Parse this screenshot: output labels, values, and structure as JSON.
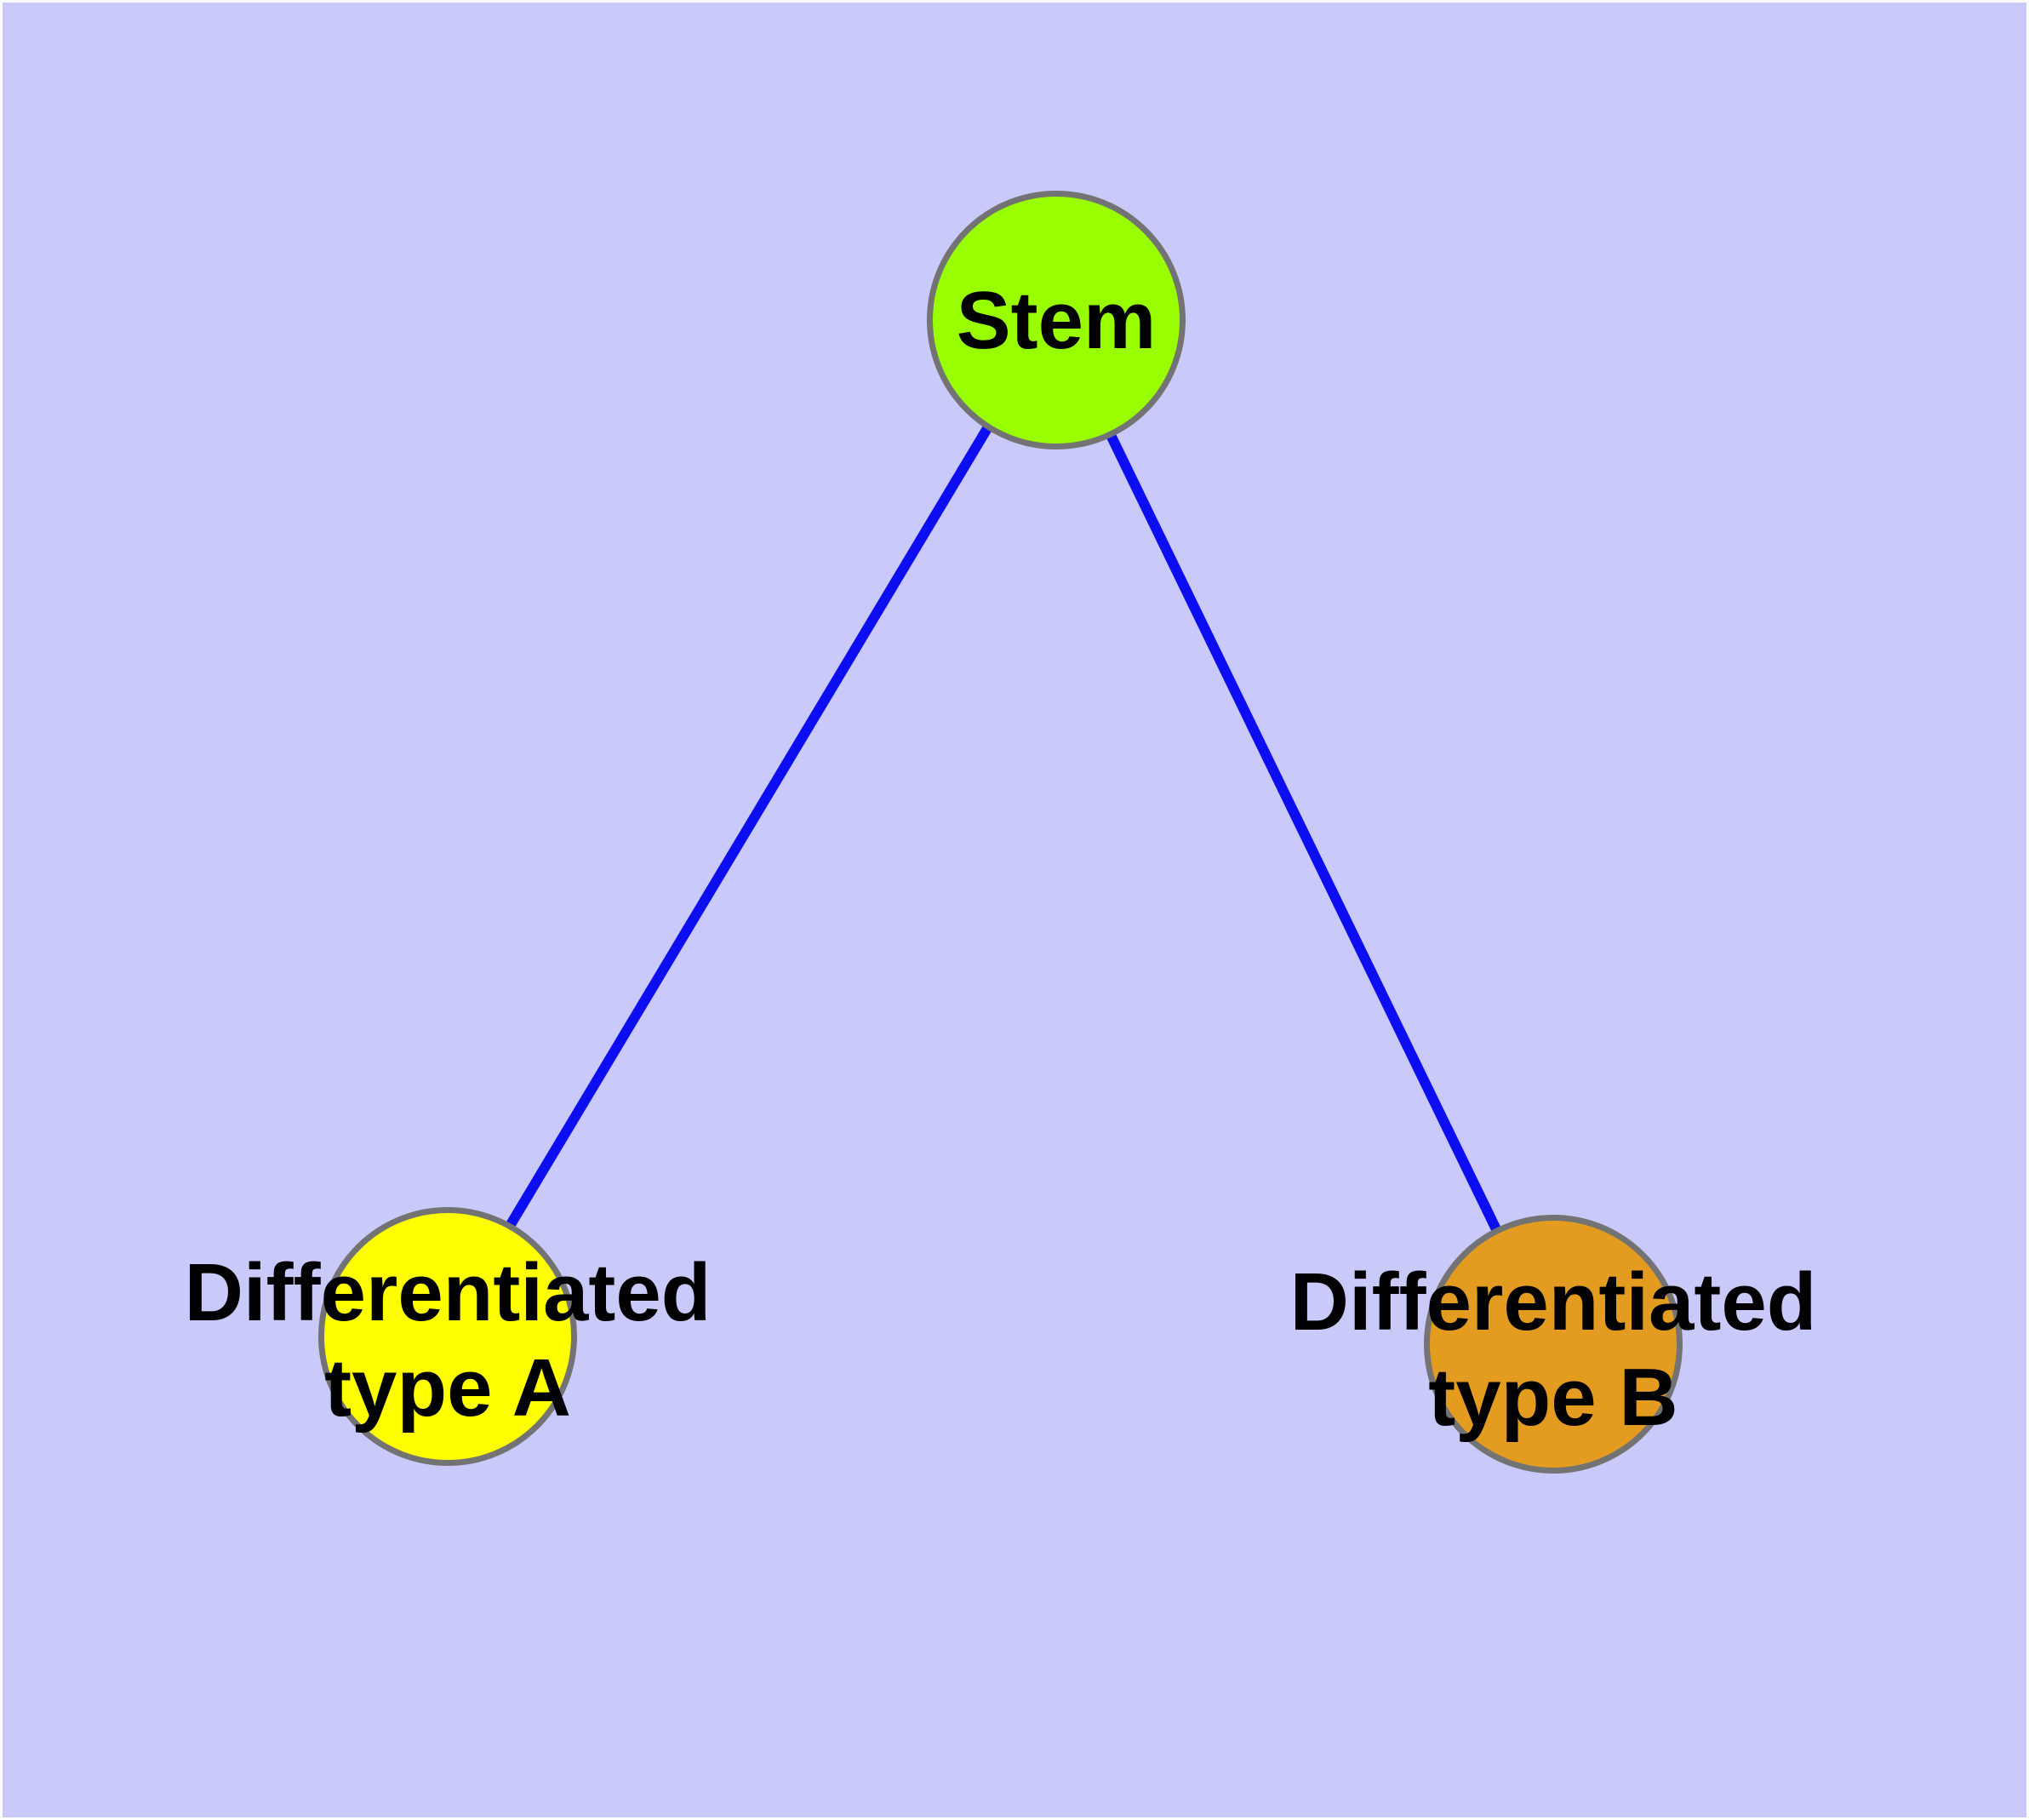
{
  "diagram": {
    "type": "graph",
    "background_color": "#c9c9fa",
    "margin_color": "#ffffff",
    "node_border_color": "#737373",
    "edge_color": "#0d0df2",
    "label_color": "#000000",
    "nodes": [
      {
        "id": "stem",
        "label": "Stem",
        "color": "#99ff00",
        "shape": "circle"
      },
      {
        "id": "typeA",
        "label": "Differentiated\ntype A",
        "color": "#ffff00",
        "shape": "circle"
      },
      {
        "id": "typeB",
        "label": "Differentiated\ntype B",
        "color": "#e39c1f",
        "shape": "circle"
      }
    ],
    "edges": [
      {
        "from": "Stem",
        "to": "Differentiated type A"
      },
      {
        "from": "Stem",
        "to": "Differentiated type B"
      }
    ]
  }
}
